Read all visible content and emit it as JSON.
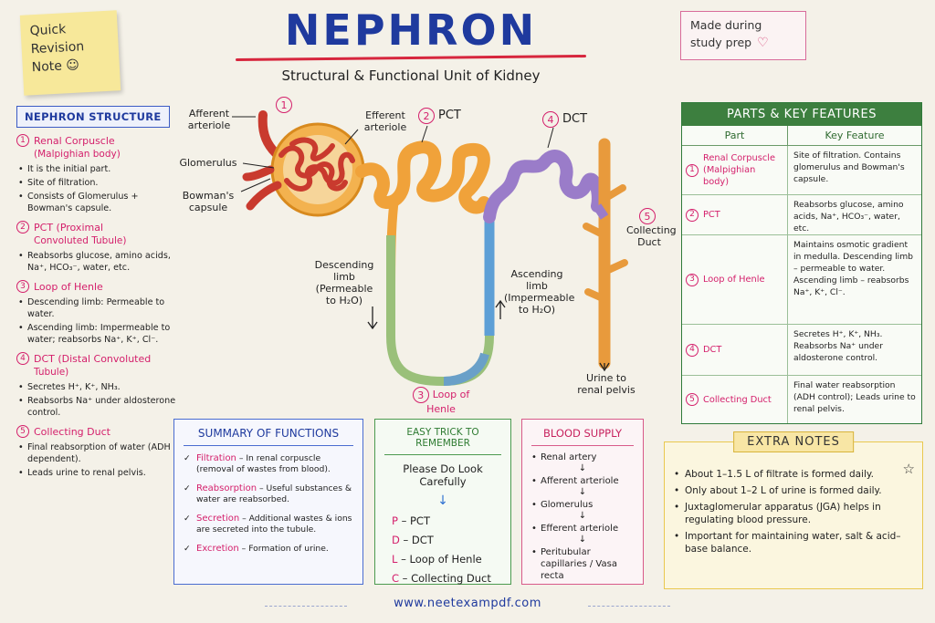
{
  "sticky": {
    "lines": [
      "Quick",
      "Revision",
      "Note ☺"
    ]
  },
  "title": "NEPHRON",
  "subtitle": "Structural & Functional Unit of Kidney",
  "made_note": {
    "line1": "Made during",
    "line2": "study prep"
  },
  "left": {
    "heading": "NEPHRON STRUCTURE",
    "sections": [
      {
        "num": "1",
        "title": "Renal Corpuscle",
        "sub": "(Malpighian body)",
        "bullets": [
          "It is the initial part.",
          "Site of filtration.",
          "Consists of Glomerulus + Bowman's capsule."
        ]
      },
      {
        "num": "2",
        "title": "PCT (Proximal",
        "sub": "Convoluted Tubule)",
        "bullets": [
          "Reabsorbs glucose, amino acids, Na⁺, HCO₃⁻, water, etc."
        ]
      },
      {
        "num": "3",
        "title": "Loop of Henle",
        "sub": "",
        "bullets": [
          "Descending limb: Permeable to water.",
          "Ascending limb: Impermeable to water; reabsorbs Na⁺, K⁺, Cl⁻."
        ]
      },
      {
        "num": "4",
        "title": "DCT (Distal Convoluted",
        "sub": "Tubule)",
        "bullets": [
          "Secretes H⁺, K⁺, NH₃.",
          "Reabsorbs Na⁺ under aldosterone control."
        ]
      },
      {
        "num": "5",
        "title": "Collecting Duct",
        "sub": "",
        "bullets": [
          "Final reabsorption of water (ADH dependent).",
          "Leads urine to renal pelvis."
        ]
      }
    ]
  },
  "diagram": {
    "afferent": "Afferent\narteriole",
    "efferent": "Efferent\narteriole",
    "glomerulus": "Glomerulus",
    "bowman": "Bowman's\ncapsule",
    "pct": "PCT",
    "dct": "DCT",
    "collecting": "Collecting\nDuct",
    "descending": "Descending\nlimb\n(Permeable\nto H₂O)",
    "ascending": "Ascending\nlimb\n(Impermeable\nto H₂O)",
    "loop": "Loop of\nHenle",
    "urine": "Urine to\nrenal pelvis",
    "n1": "1",
    "n2": "2",
    "n3": "3",
    "n4": "4",
    "n5": "5"
  },
  "table": {
    "heading": "PARTS & KEY FEATURES",
    "col_part": "Part",
    "col_feature": "Key Feature",
    "rows": [
      {
        "num": "1",
        "part": "Renal Corpuscle (Malpighian body)",
        "feature": "Site of filtration. Contains glomerulus and Bowman's capsule."
      },
      {
        "num": "2",
        "part": "PCT",
        "feature": "Reabsorbs glucose, amino acids, Na⁺, HCO₃⁻, water, etc."
      },
      {
        "num": "3",
        "part": "Loop of Henle",
        "feature": "Maintains osmotic gradient in medulla. Descending limb – permeable to water. Ascending limb – reabsorbs Na⁺, K⁺, Cl⁻."
      },
      {
        "num": "4",
        "part": "DCT",
        "feature": "Secretes H⁺, K⁺, NH₃. Reabsorbs Na⁺ under aldosterone control."
      },
      {
        "num": "5",
        "part": "Collecting Duct",
        "feature": "Final water reabsorption (ADH control); Leads urine to renal pelvis."
      }
    ]
  },
  "summary": {
    "heading": "SUMMARY OF FUNCTIONS",
    "items": [
      {
        "key": "Filtration",
        "text": " – In renal corpuscle (removal of wastes from blood)."
      },
      {
        "key": "Reabsorption",
        "text": " – Useful substances & water are reabsorbed."
      },
      {
        "key": "Secretion",
        "text": " – Additional wastes & ions are secreted into the tubule."
      },
      {
        "key": "Excretion",
        "text": " – Formation of urine."
      }
    ]
  },
  "trick": {
    "heading": "EASY TRICK TO REMEMBER",
    "phrase": "Please Do Look Carefully",
    "rows": [
      {
        "letter": "P",
        "text": " – PCT"
      },
      {
        "letter": "D",
        "text": " – DCT"
      },
      {
        "letter": "L",
        "text": " – Loop of Henle"
      },
      {
        "letter": "C",
        "text": " – Collecting Duct"
      }
    ]
  },
  "blood": {
    "heading": "BLOOD SUPPLY",
    "items": [
      "Renal artery",
      "Afferent arteriole",
      "Glomerulus",
      "Efferent arteriole",
      "Peritubular capillaries / Vasa recta"
    ]
  },
  "extra": {
    "heading": "EXTRA NOTES",
    "items": [
      "About 1–1.5 L of filtrate is formed daily.",
      "Only about 1–2 L of urine is formed daily.",
      "Juxtaglomerular apparatus (JGA) helps in regulating blood pressure.",
      "Important for maintaining water, salt & acid–base balance."
    ]
  },
  "footer": "www.neetexampdf.com",
  "colors": {
    "title": "#1f3a9e",
    "accent_pink": "#d41f6b",
    "table_green": "#3d7f3f"
  }
}
